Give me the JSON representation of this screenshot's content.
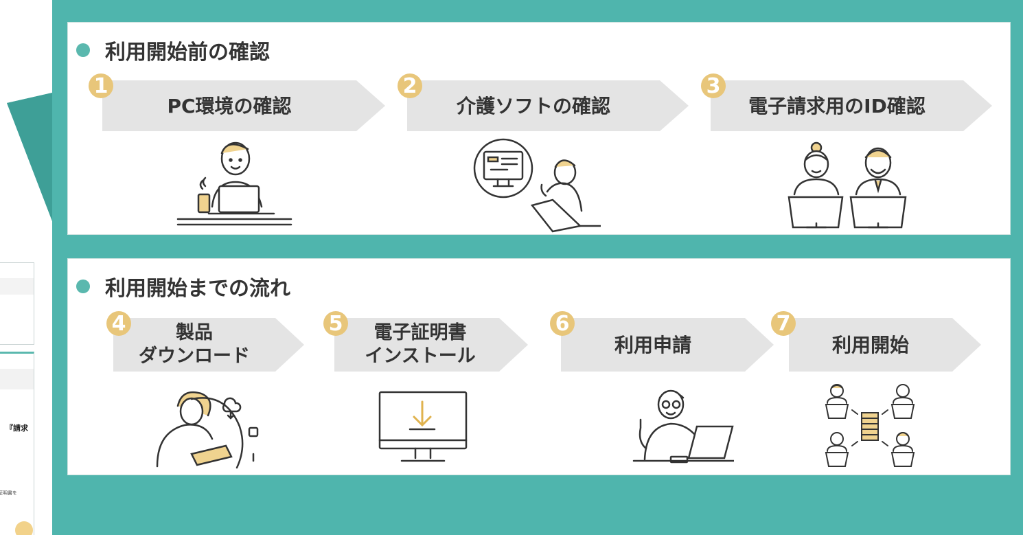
{
  "colors": {
    "teal": "#4fb5ad",
    "teal_dark": "#3e9f97",
    "badge": "#e8c67a",
    "chevron": "#e4e4e4",
    "text": "#333333"
  },
  "sections": [
    {
      "title": "利用開始前の確認",
      "steps": [
        {
          "num": "1",
          "label": "PC環境の確認",
          "icon": "person-laptop-coffee-icon"
        },
        {
          "num": "2",
          "label": "介護ソフトの確認",
          "icon": "person-laptop-monitor-icon"
        },
        {
          "num": "3",
          "label": "電子請求用のID確認",
          "icon": "two-people-at-computers-icon"
        }
      ]
    },
    {
      "title": "利用開始までの流れ",
      "steps": [
        {
          "num": "4",
          "label_lines": [
            "製品",
            "ダウンロード"
          ],
          "icon": "person-tablet-cloud-download-icon"
        },
        {
          "num": "5",
          "label_lines": [
            "電子証明書",
            "インストール"
          ],
          "icon": "monitor-download-arrow-icon"
        },
        {
          "num": "6",
          "label": "利用申請",
          "icon": "person-pointing-laptop-icon"
        },
        {
          "num": "7",
          "label": "利用開始",
          "icon": "network-people-server-icon"
        }
      ]
    }
  ],
  "background_doc": {
    "fragment_1": "『請求",
    "fragment_2": "検証明書を"
  }
}
